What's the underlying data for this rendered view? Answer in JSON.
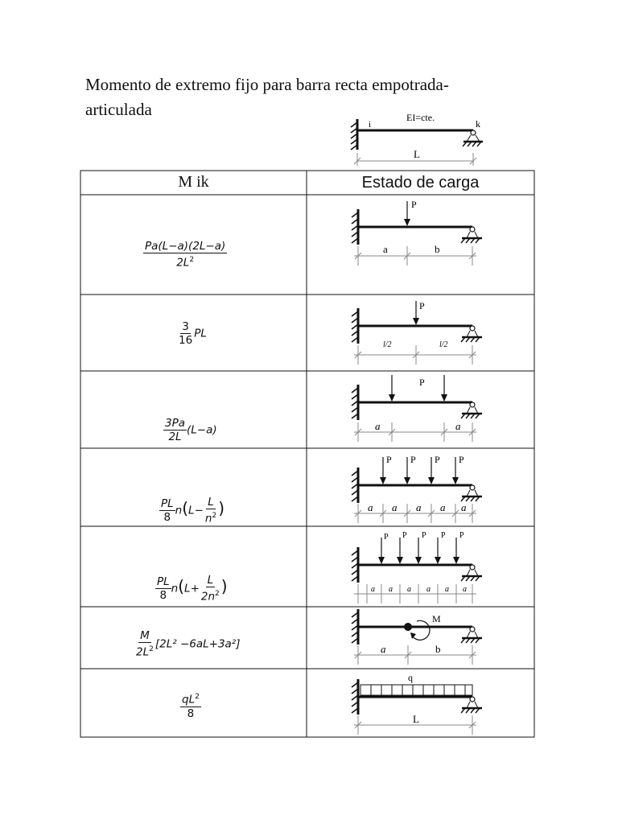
{
  "title": {
    "line1": "Momento de extremo fijo para barra recta empotrada-",
    "line2": "articulada"
  },
  "header_figure": {
    "label_ei": "EI=cte.",
    "label_i": "i",
    "label_k": "k",
    "label_L": "L"
  },
  "table": {
    "col1_header": "M ik",
    "col2_header": "Estado de carga"
  },
  "rows": [
    {
      "formula_num": "Pa(L−a)(2L−a)",
      "formula_den": "2L",
      "den_sup": "2",
      "labels": {
        "P": "P",
        "a": "a",
        "b": "b"
      }
    },
    {
      "formula_num": "3",
      "formula_den": "16",
      "formula_tail": "PL",
      "labels": {
        "P": "P",
        "l1": "l/2",
        "l2": "l/2"
      }
    },
    {
      "formula_num": "3Pa",
      "formula_den": "2L",
      "formula_tail": "(L−a)",
      "labels": {
        "P": "P",
        "a1": "a",
        "a2": "a"
      }
    },
    {
      "formula_num": "PL",
      "formula_den": "8",
      "formula_tail_pre": "n",
      "labels": {
        "P": "P",
        "a": "a"
      }
    },
    {
      "formula_num": "PL",
      "formula_den": "8",
      "formula_tail_pre": "n",
      "labels": {
        "P": "P",
        "a": "a"
      }
    },
    {
      "formula_num": "M",
      "formula_den": "2L",
      "den_sup": "2",
      "formula_tail": "[2L² −6aL+3a²]",
      "labels": {
        "M": "M",
        "a": "a",
        "b": "b"
      }
    },
    {
      "formula_num": "qL",
      "num_sup": "2",
      "formula_den": "8",
      "labels": {
        "q": "q",
        "L": "L"
      }
    }
  ],
  "colors": {
    "ink": "#111111",
    "dim": "#888888"
  }
}
